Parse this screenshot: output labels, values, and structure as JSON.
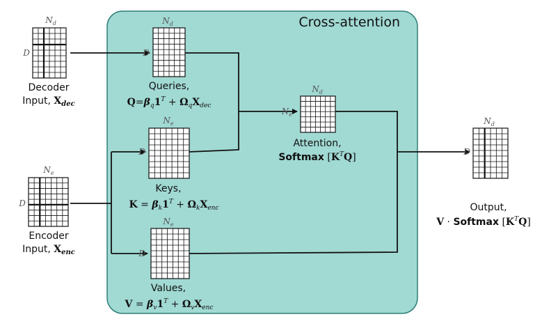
{
  "panel": {
    "title": "Cross-attention",
    "fill": "#a1d9d3",
    "stroke": "#2f7f7a"
  },
  "matrices": {
    "decoder_input": {
      "top": "N",
      "top_sub": "d",
      "side": "D",
      "caption_line1": "Decoder",
      "caption_line2": "Input,",
      "caption_math": "X",
      "caption_math_sub": "dec",
      "cols": 7,
      "rows": 9
    },
    "encoder_input": {
      "top": "N",
      "top_sub": "e",
      "side": "D",
      "caption_line1": "Encoder",
      "caption_line2": "Input,",
      "caption_math": "X",
      "caption_math_sub": "enc",
      "cols": 7,
      "rows": 9
    },
    "queries": {
      "top": "N",
      "top_sub": "d",
      "side": "D",
      "caption": "Queries,"
    },
    "keys": {
      "top": "N",
      "top_sub": "e",
      "side": "D",
      "caption": "Keys,"
    },
    "values": {
      "top": "N",
      "top_sub": "e",
      "side": "D",
      "caption": "Values,"
    },
    "attention": {
      "top": "N",
      "top_sub": "d",
      "side": "N",
      "side_sub": "e",
      "caption": "Attention,",
      "softmax": "Softmax"
    },
    "output": {
      "top": "N",
      "top_sub": "d",
      "side": "D",
      "caption": "Output,",
      "softmax": "Softmax"
    }
  },
  "equations": {
    "q": {
      "lhs": "Q",
      "beta": "β",
      "beta_sub": "q",
      "one": "1",
      "sup": "T",
      "omega": "Ω",
      "omega_sub": "q",
      "x": "X",
      "x_sub": "dec"
    },
    "k": {
      "lhs": "K",
      "beta": "β",
      "beta_sub": "k",
      "one": "1",
      "sup": "T",
      "omega": "Ω",
      "omega_sub": "k",
      "x": "X",
      "x_sub": "enc"
    },
    "v": {
      "lhs": "V",
      "beta": "β",
      "beta_sub": "v",
      "one": "1",
      "sup": "T",
      "omega": "Ω",
      "omega_sub": "v",
      "x": "X",
      "x_sub": "enc"
    },
    "attention_arg": {
      "k": "K",
      "sup": "T",
      "q": "Q"
    },
    "output_prefix": "V"
  }
}
